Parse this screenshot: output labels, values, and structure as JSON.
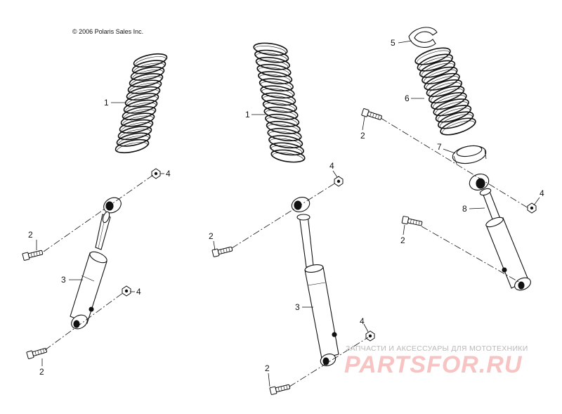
{
  "diagram": {
    "copyright": "© 2006 Polaris Sales Inc.",
    "callouts": {
      "spring_left": "1",
      "spring_mid": "1",
      "bolt_left_top": "2",
      "bolt_left_bottom": "2",
      "bolt_mid_top": "2",
      "bolt_mid_bottom": "2",
      "bolt_right_top": "2",
      "bolt_right_bottom": "2",
      "shock_left": "3",
      "shock_mid": "3",
      "nut_left_top": "4",
      "nut_left_bottom": "4",
      "nut_mid_top": "4",
      "nut_mid_bottom": "4",
      "nut_right": "4",
      "retainer": "5",
      "spring_right": "6",
      "spring_seat": "7",
      "shock_right": "8"
    }
  },
  "watermark": {
    "tagline": "ЗАПЧАСТИ И АКСЕССУАРЫ ДЛЯ МОТОТЕХНИКИ",
    "brand": "PARTSFOR.RU"
  }
}
